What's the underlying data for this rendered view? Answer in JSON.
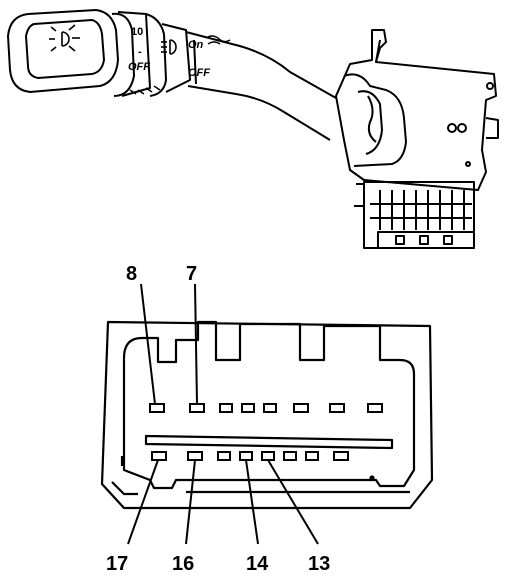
{
  "switch": {
    "ring_top": "10",
    "ring_dash": "-",
    "ring_off": "OFF",
    "right_on": "On",
    "right_off": "OFF"
  },
  "connector": {
    "pins_top": [
      "8",
      "7"
    ],
    "pins_bottom": [
      "17",
      "16",
      "14",
      "13"
    ]
  },
  "icons": {
    "headlamp": "headlamp-sun-icon",
    "fog": "fog-lamp-icon"
  }
}
